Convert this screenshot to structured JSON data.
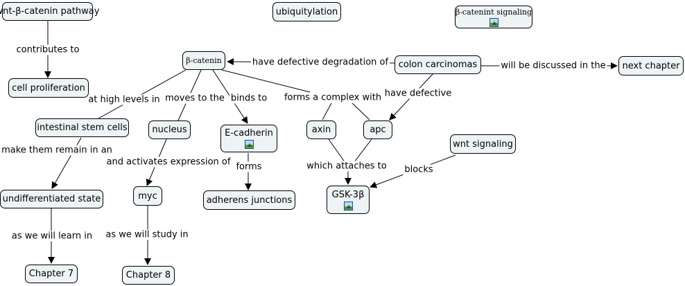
{
  "nodes": {
    "wnt_pathway": "wnt-β-catenin pathway",
    "ubiquitylation": "ubiquitylation",
    "bcat_signaling": "β-catenint signaling",
    "bcatenin": "β-catenin",
    "colon": "colon carcinomas",
    "next_chapter": "next chapter",
    "cell_prolif": "cell proliferation",
    "stem": "intestinal stem cells",
    "nucleus": "nucleus",
    "ecad": "E-cadherin",
    "axin": "axin",
    "apc": "apc",
    "wnt_signaling": "wnt signaling",
    "undiff": "undifferentiated state",
    "myc": "myc",
    "adherens": "adherens junctions",
    "gsk": "GSK-3β",
    "ch7": "Chapter 7",
    "ch8": "Chapter 8"
  },
  "links": {
    "contributes_to": "contributes to",
    "defective_degradation": "have defective degradation of",
    "discussed_next": "will be discussed in the",
    "high_levels": "at high levels in",
    "moves_to": "moves to the",
    "binds_to": "binds to",
    "complex_with": "forms a complex with",
    "have_defective": "have defective",
    "remain_in": "make them remain in an",
    "activates": "and activates expression of",
    "forms": "forms",
    "attaches_to": "which attaches to",
    "blocks": "blocks",
    "learn_in": "as we will learn in",
    "study_in": "as we will study in"
  },
  "icons": {
    "image_icon": "image-attachment-icon"
  }
}
